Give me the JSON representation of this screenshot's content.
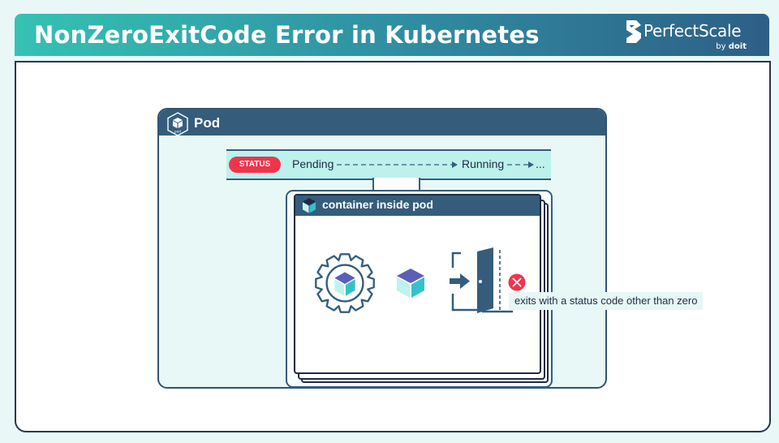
{
  "header": {
    "title": "NonZeroExitCode Error in Kubernetes",
    "brand_name": "PerfectScale",
    "brand_by": "by",
    "brand_company": "doit"
  },
  "pod": {
    "label": "Pod",
    "icon_caption": "pod"
  },
  "status": {
    "badge": "STATUS",
    "states": [
      "Pending",
      "Running",
      "..."
    ]
  },
  "container": {
    "label": "container inside pod"
  },
  "exit_message": "exits with a status code other than zero",
  "colors": {
    "header_gradient_start": "#35c2b4",
    "header_gradient_end": "#2e5f86",
    "navy": "#355d7b",
    "teal": "#34c2c9",
    "status_red": "#f0344c",
    "purple": "#5b5fb8"
  },
  "icons": [
    "pod-icon",
    "cube-icon",
    "gear-icon",
    "exit-door-icon",
    "error-x-icon"
  ]
}
